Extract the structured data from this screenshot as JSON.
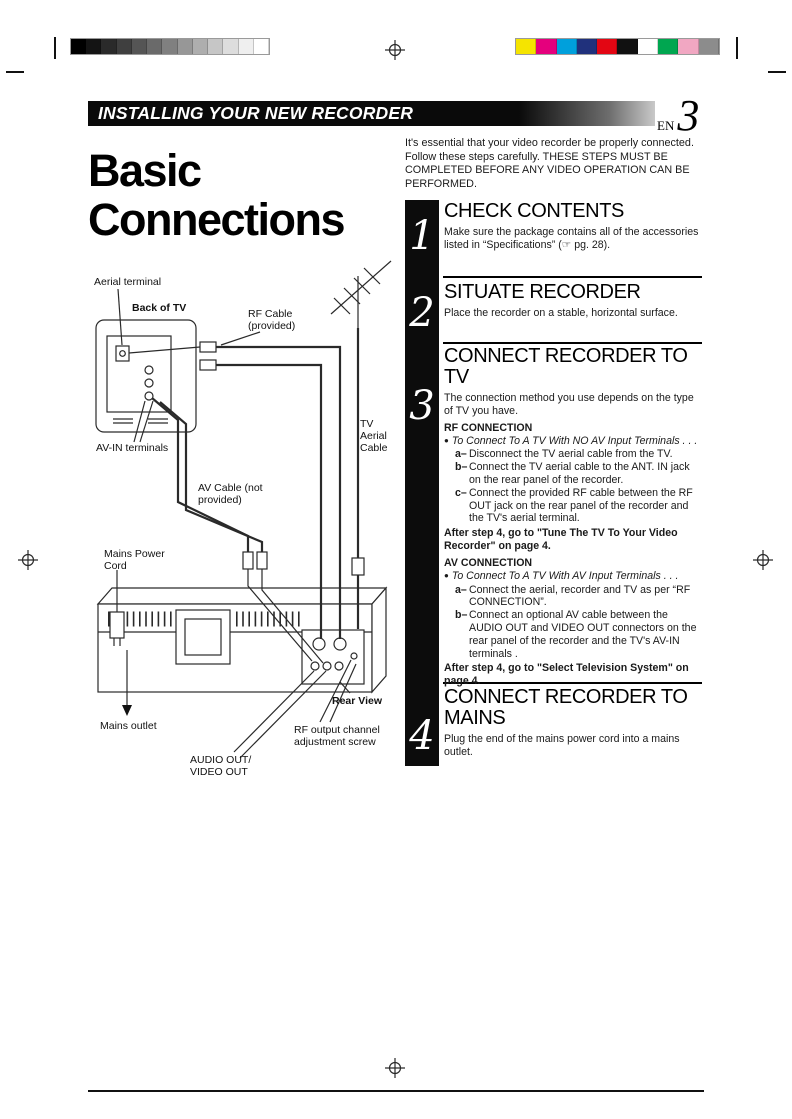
{
  "print_marks": {
    "grayscale_bar": [
      "#000000",
      "#141414",
      "#2a2a2a",
      "#3f3f3f",
      "#555555",
      "#6a6a6a",
      "#808080",
      "#979797",
      "#aeaeae",
      "#c6c6c6",
      "#dddddd",
      "#efefef",
      "#ffffff"
    ],
    "color_bar": [
      "#f5e400",
      "#e5007d",
      "#00a0dc",
      "#20317c",
      "#e30613",
      "#111111",
      "#ffffff",
      "#00a650",
      "#f1a7c2",
      "#8c8c8c"
    ]
  },
  "header": {
    "title": "INSTALLING YOUR NEW RECORDER",
    "lang_label": "EN",
    "page_number": "3"
  },
  "main_heading": "Basic Connections",
  "intro": "It's essential that your video recorder be properly connected. Follow these steps carefully. THESE STEPS MUST BE COMPLETED BEFORE ANY VIDEO OPERATION CAN BE PERFORMED.",
  "steps": [
    {
      "number": "1",
      "title": "CHECK CONTENTS",
      "body": "Make sure the package contains all of the accessories listed in “Specifications” (☞ pg. 28)."
    },
    {
      "number": "2",
      "title": "SITUATE RECORDER",
      "body": "Place the recorder on a stable, horizontal surface."
    },
    {
      "number": "3",
      "title": "CONNECT RECORDER TO TV",
      "body": "The connection method you use depends on the type of TV you have.",
      "rf": {
        "heading": "RF CONNECTION",
        "bullet": "To Connect To A TV With NO AV Input Terminals . . .",
        "items": [
          {
            "label": "a–",
            "text": "Disconnect the TV aerial cable from the TV."
          },
          {
            "label": "b–",
            "text": "Connect the TV aerial cable to the ANT. IN jack on the rear panel of the recorder."
          },
          {
            "label": "c–",
            "text": "Connect the provided RF cable between the RF OUT jack on the rear panel of the recorder and the TV's aerial terminal."
          }
        ],
        "after": "After step 4, go to \"Tune The TV To Your Video Recorder\" on page 4."
      },
      "av": {
        "heading": "AV CONNECTION",
        "bullet": "To Connect To A TV With AV Input Terminals . . .",
        "items": [
          {
            "label": "a–",
            "text": "Connect the aerial, recorder and TV as per “RF CONNECTION”."
          },
          {
            "label": "b–",
            "text": "Connect an optional AV cable between the AUDIO OUT and VIDEO OUT connectors on the rear panel of the recorder and the TV's AV-IN terminals ."
          }
        ],
        "after": "After step 4, go to \"Select Television System\" on page 4."
      }
    },
    {
      "number": "4",
      "title": "CONNECT RECORDER TO MAINS",
      "body": "Plug the end of the mains power cord into a mains outlet."
    }
  ],
  "diagram": {
    "labels": {
      "aerial_terminal": "Aerial terminal",
      "back_of_tv": "Back of TV",
      "rf_cable": "RF Cable (provided)",
      "tv_aerial_cable": "TV Aerial Cable",
      "av_in_terminals": "AV-IN terminals",
      "av_cable": "AV Cable (not provided)",
      "mains_power_cord": "Mains Power Cord",
      "mains_outlet": "Mains outlet",
      "rear_view": "Rear View",
      "rf_output_screw": "RF output channel adjustment screw",
      "audio_video_out": "AUDIO OUT/ VIDEO OUT"
    }
  }
}
